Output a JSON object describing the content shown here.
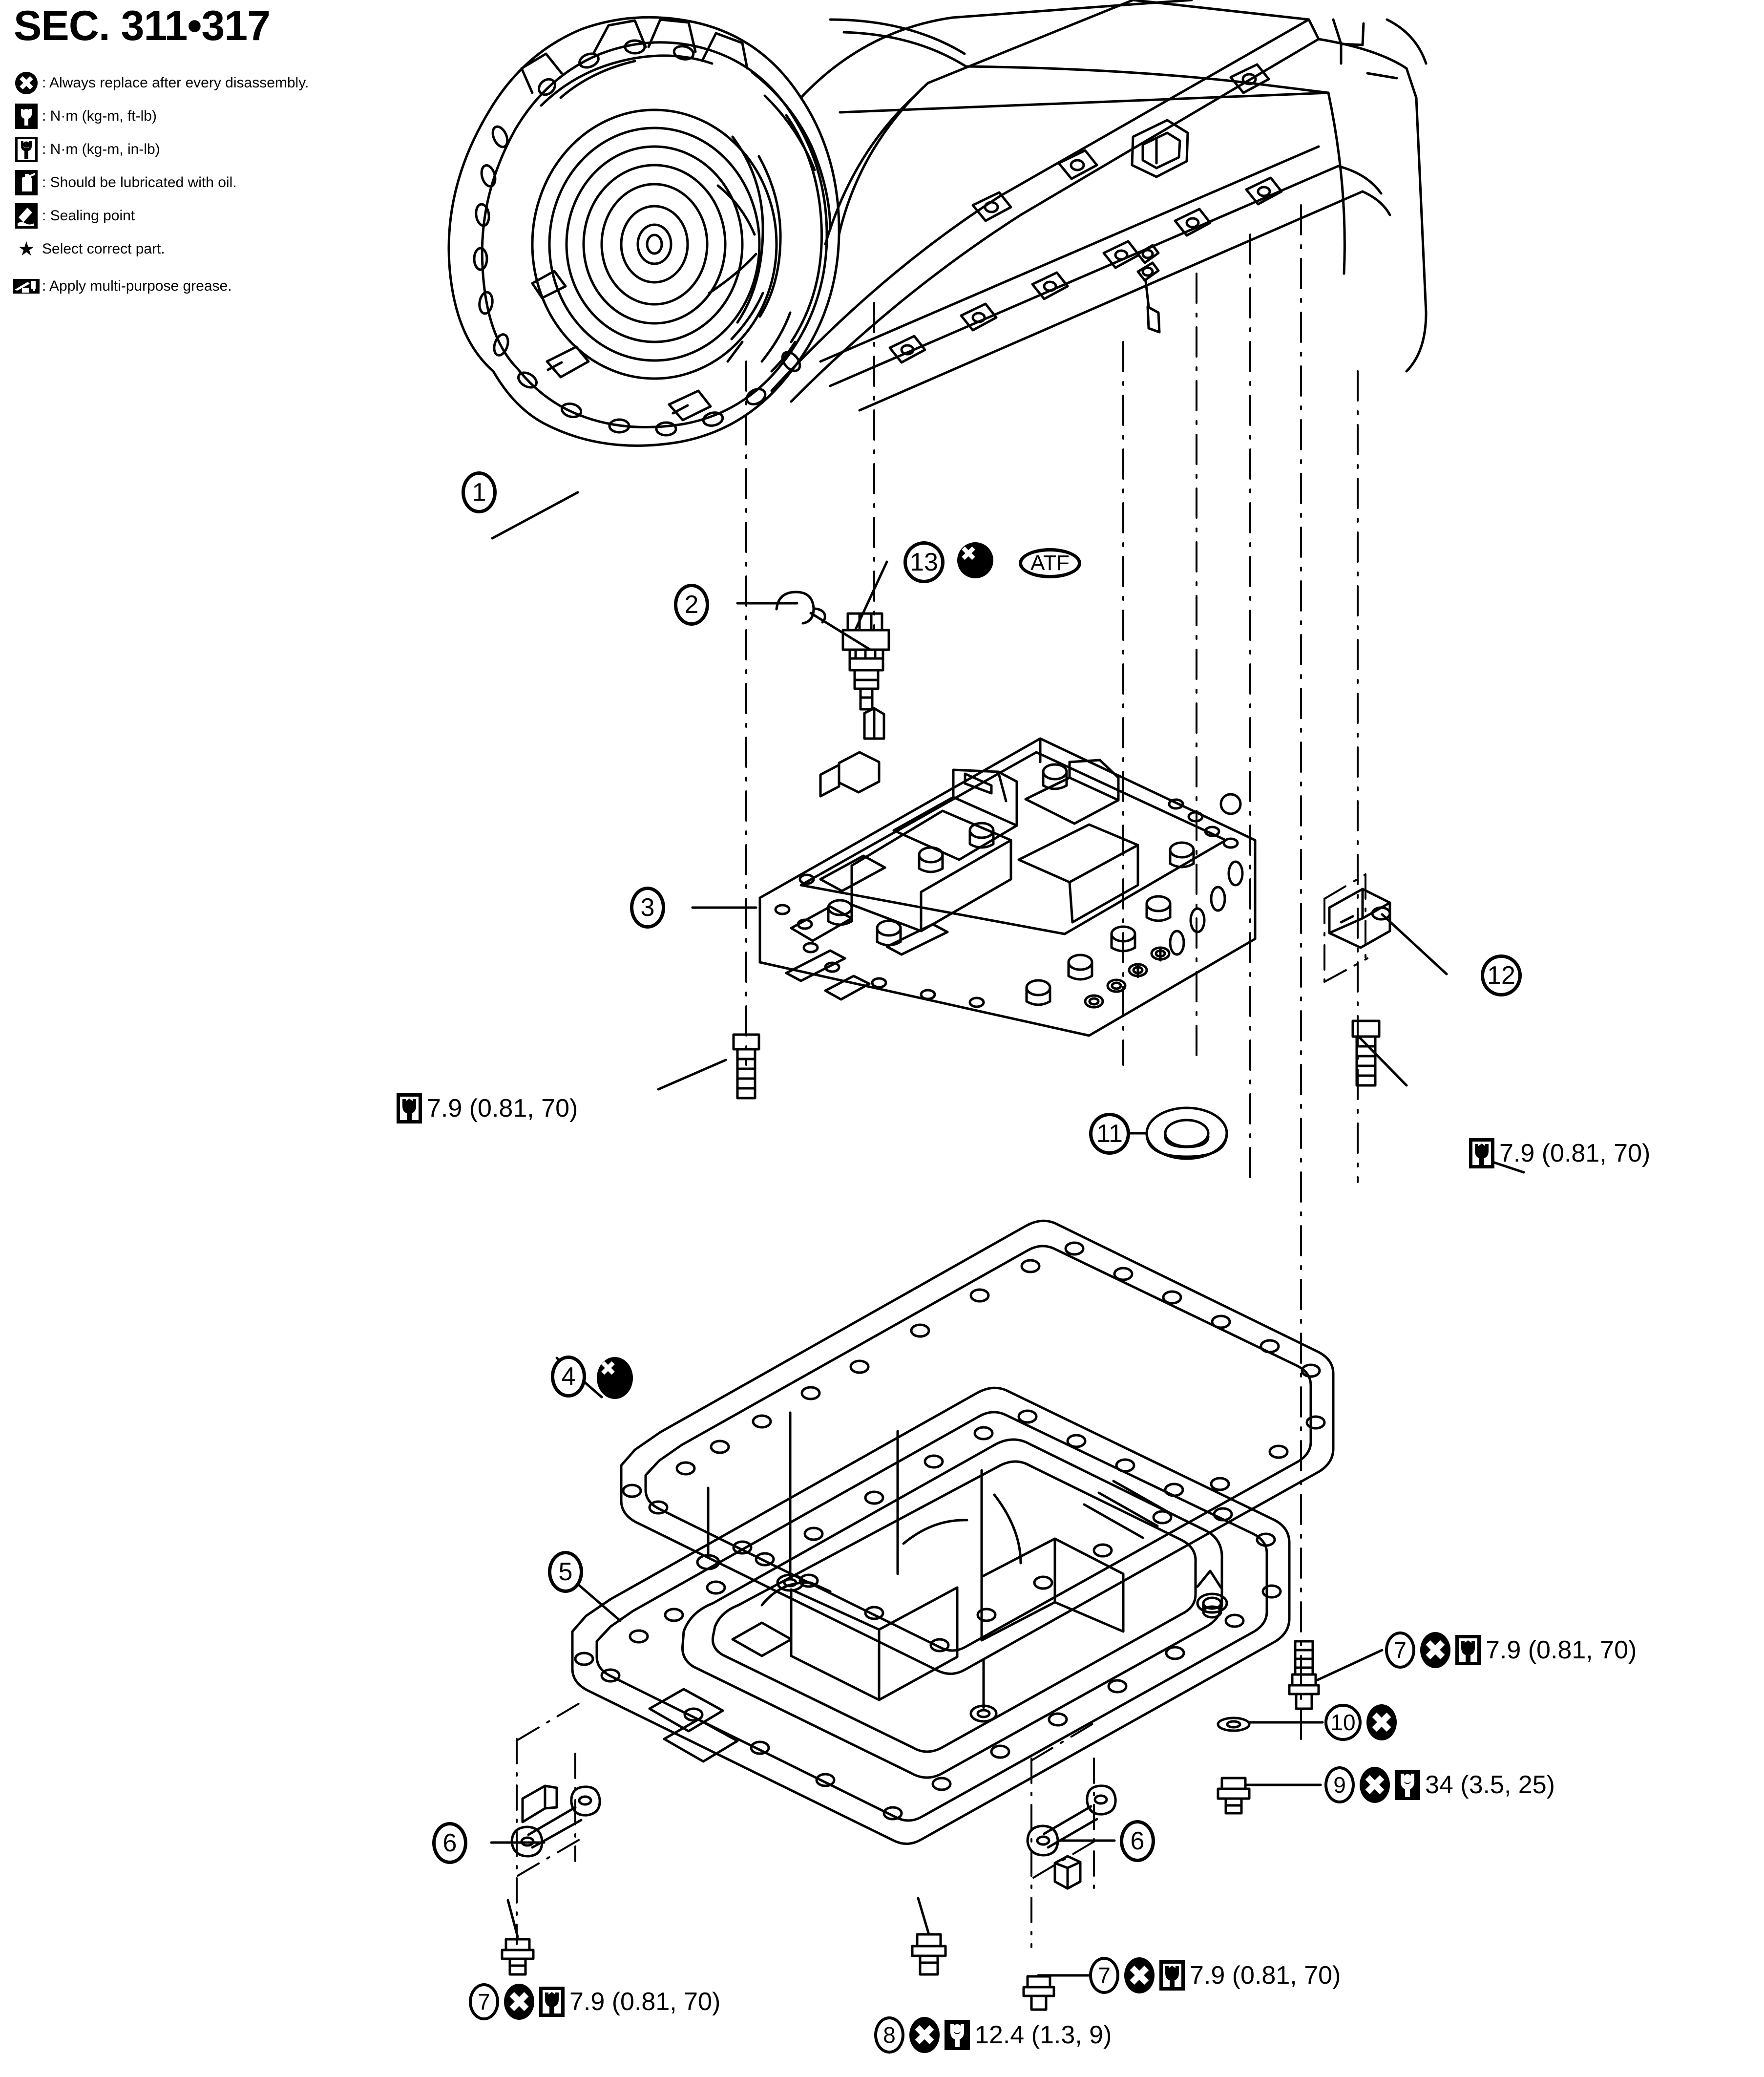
{
  "page": {
    "title": "SEC. 311•317"
  },
  "legend": {
    "items": [
      {
        "icon": "replace-x-icon",
        "text": ": Always replace after every disassembly."
      },
      {
        "icon": "torque-ftlb-icon",
        "text": ": N·m (kg-m, ft-lb)"
      },
      {
        "icon": "torque-inlb-icon",
        "text": ": N·m (kg-m, in-lb)"
      },
      {
        "icon": "oil-lubricate-icon",
        "text": ": Should be lubricated with oil."
      },
      {
        "icon": "sealing-point-icon",
        "text": ": Sealing point"
      },
      {
        "icon": "star-icon",
        "text": "Select correct part."
      },
      {
        "icon": "grease-icon",
        "text": ": Apply multi-purpose grease."
      }
    ]
  },
  "callouts": [
    {
      "id": "1",
      "label": "1"
    },
    {
      "id": "2",
      "label": "2"
    },
    {
      "id": "3",
      "label": "3"
    },
    {
      "id": "4",
      "label": "4"
    },
    {
      "id": "5",
      "label": "5"
    },
    {
      "id": "6a",
      "label": "6"
    },
    {
      "id": "6b",
      "label": "6"
    },
    {
      "id": "11",
      "label": "11"
    },
    {
      "id": "12",
      "label": "12"
    },
    {
      "id": "13",
      "label": "13"
    }
  ],
  "labels": {
    "atf": "ATF",
    "torque_valvebody_left": "7.9 (0.81, 70)",
    "torque_bracket_right": "7.9 (0.81, 70)",
    "torque_item7_right": "7.9 (0.81, 70)",
    "torque_item7_bottom_left": "7.9 (0.81, 70)",
    "torque_item7_bottom_center": "7.9 (0.81, 70)",
    "torque_item8": "12.4 (1.3, 9)",
    "torque_item9": "34 (3.5, 25)",
    "num7a": "7",
    "num7b": "7",
    "num7c": "7",
    "num8": "8",
    "num9": "9",
    "num10": "10"
  }
}
